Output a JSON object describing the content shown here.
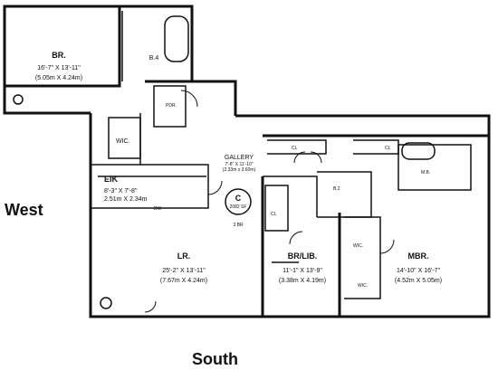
{
  "compass": {
    "west": "West",
    "south": "South"
  },
  "unit": {
    "letter": "C",
    "sf": "2082 SF",
    "bedrooms": "3 BR"
  },
  "rooms": {
    "br": {
      "name": "BR.",
      "dim1": "16'-7\" X 13'-11\"",
      "dim2": "(5.05m X 4.24m)"
    },
    "lr": {
      "name": "LR.",
      "dim1": "25'-2\" X 13'-11\"",
      "dim2": "(7.67m X 4.24m)"
    },
    "brlib": {
      "name": "BR/LIB.",
      "dim1": "11'-1\" X 13'-9\"",
      "dim2": "(3.38m X 4.19m)"
    },
    "mbr": {
      "name": "MBR.",
      "dim1": "14'-10\" X 16'-7\"",
      "dim2": "(4.52m X 5.05m)"
    },
    "eik": {
      "name": "EIK",
      "dim1": "8'-3\" X 7'-8\"",
      "dim2": "2.51m X 2.34m"
    },
    "gallery": {
      "name": "GALLERY",
      "dim1": "7'-8\" X 11'-10\"",
      "dim2": "(2.33m x 3.60m)"
    }
  },
  "fixtures": {
    "b4": "B.4",
    "wic_west": "WIC.",
    "cl_gal_left": "CL",
    "cl_gal_right": "CL",
    "mbath": "M.B.",
    "b2": "B.2",
    "cl_brlib": "CL",
    "wic_mbr_top": "WIC.",
    "wic_mbr_bot": "WIC.",
    "pdr": "PDR.",
    "dw": "DW"
  }
}
